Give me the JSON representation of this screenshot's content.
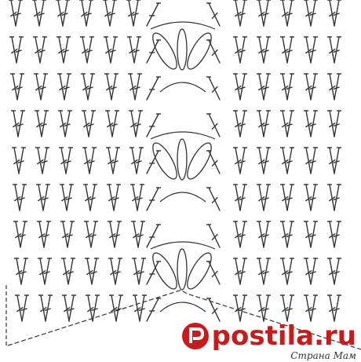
{
  "diagram": {
    "title": "",
    "stroke_color": "#333333",
    "background": "#ffffff",
    "symbols": [
      "double-crochet-stitch",
      "chain-stitch",
      "petal-stitch"
    ]
  },
  "watermark": {
    "brand": "postila.ru",
    "brand_color": "#c81c1c",
    "credit": "Страна Мам"
  }
}
